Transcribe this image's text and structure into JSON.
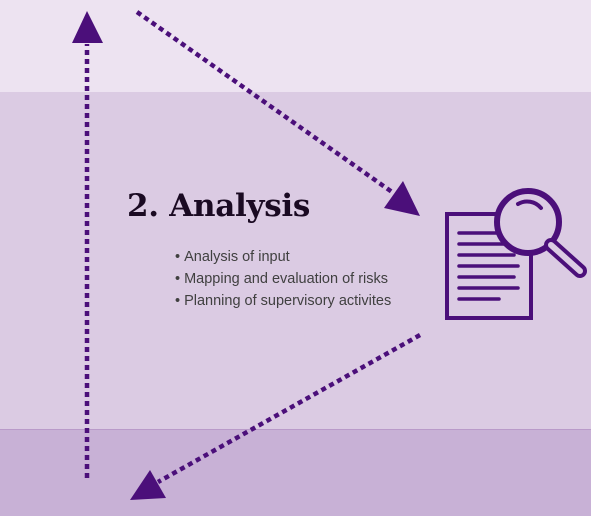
{
  "section": {
    "title": "2. Analysis",
    "bullets": [
      "Analysis of input",
      "Mapping and evaluation of risks",
      "Planning of supervisory activites"
    ]
  },
  "icons": {
    "document": "document-search-icon",
    "arrows": [
      "arrow-up-icon",
      "arrow-down-right-icon",
      "arrow-down-left-icon"
    ]
  },
  "colors": {
    "arrow": "#4b0f7a",
    "band_top": "#ede3f1",
    "band_mid": "#dbcbe3",
    "band_bottom": "#c8b1d6",
    "title": "#1a0a22",
    "bullet_text": "#404040"
  }
}
